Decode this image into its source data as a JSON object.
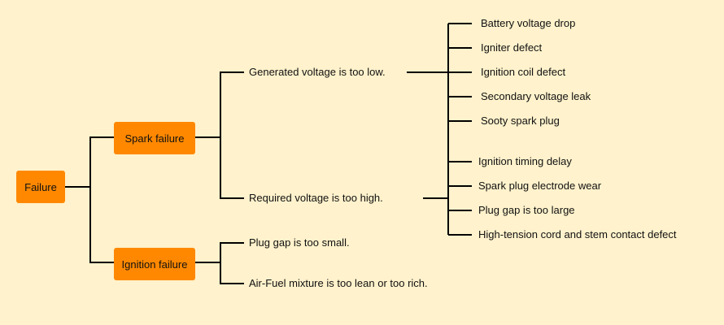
{
  "root": {
    "label": "Failure"
  },
  "branches": [
    {
      "label": "Spark failure",
      "causes": [
        {
          "label": "Generated voltage is too low."
        },
        {
          "label": "Required voltage is too high."
        }
      ]
    },
    {
      "label": "Ignition failure",
      "causes": [
        {
          "label": "Plug gap is too small."
        },
        {
          "label": "Air-Fuel mixture is too lean or too rich."
        }
      ]
    }
  ],
  "details": {
    "low_voltage": [
      "Battery voltage drop",
      "Igniter defect",
      "Ignition coil defect",
      "Secondary voltage leak",
      "Sooty spark plug"
    ],
    "high_voltage": [
      "Ignition timing delay",
      "Spark plug electrode wear",
      "Plug gap is too large",
      "High-tension cord and stem contact defect"
    ]
  },
  "colors": {
    "background": "#fff2cc",
    "node_fill": "#ff8800",
    "line": "#000000"
  }
}
